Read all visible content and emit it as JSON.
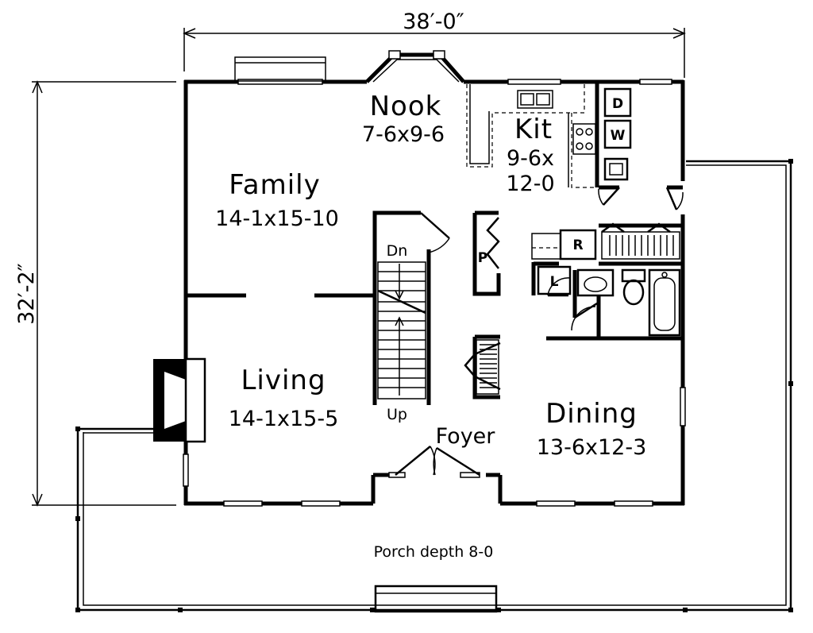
{
  "plan": {
    "overall_width": "38′-0″",
    "overall_depth": "32′-2″",
    "rooms": {
      "nook": {
        "name": "Nook",
        "size": "7-6x9-6"
      },
      "kitchen": {
        "name": "Kit",
        "size_line1": "9-6x",
        "size_line2": "12-0"
      },
      "family": {
        "name": "Family",
        "size": "14-1x15-10"
      },
      "living": {
        "name": "Living",
        "size": "14-1x15-5"
      },
      "dining": {
        "name": "Dining",
        "size": "13-6x12-3"
      },
      "foyer": {
        "name": "Foyer"
      }
    },
    "fixtures": {
      "dryer": "D",
      "washer": "W",
      "pantry": "P",
      "refrigerator": "R",
      "linen": "L",
      "stair_down": "Dn",
      "stair_up": "Up"
    },
    "porch": "Porch depth 8-0"
  }
}
